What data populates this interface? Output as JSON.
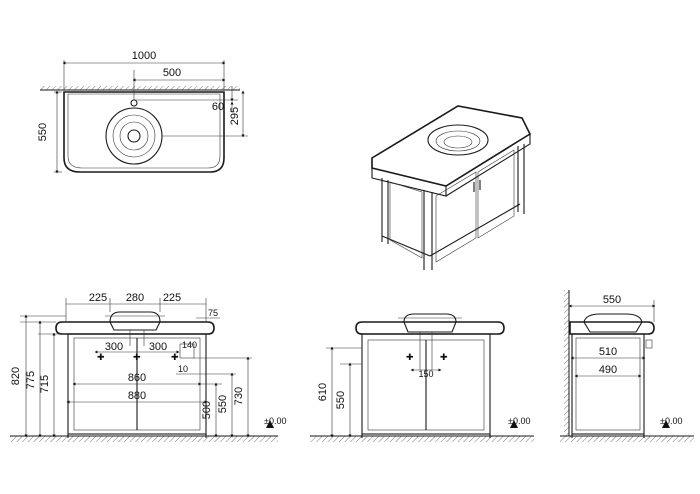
{
  "top_view": {
    "width": "1000",
    "half_width": "500",
    "depth": "550",
    "tap_hole": "60",
    "bowl_offset": "295"
  },
  "front_view": {
    "bowl_left": "225",
    "bowl_width": "280",
    "bowl_right": "225",
    "hole_left": "300",
    "hole_right": "300",
    "inner_width": "860",
    "outer_width": "880",
    "small_a": "75",
    "small_b": "140",
    "small_c": "10",
    "height_total": "820",
    "height_basin": "775",
    "height_frame": "715",
    "h_500": "500",
    "h_550": "550",
    "h_730": "730",
    "floor_level": "±0.00"
  },
  "side_view_1": {
    "h_610": "610",
    "h_550": "550",
    "drain": "150",
    "floor_level": "±0.00"
  },
  "side_view_2": {
    "depth": "550",
    "inner_depth": "510",
    "frame_depth": "490",
    "floor_level": "±0.00"
  }
}
